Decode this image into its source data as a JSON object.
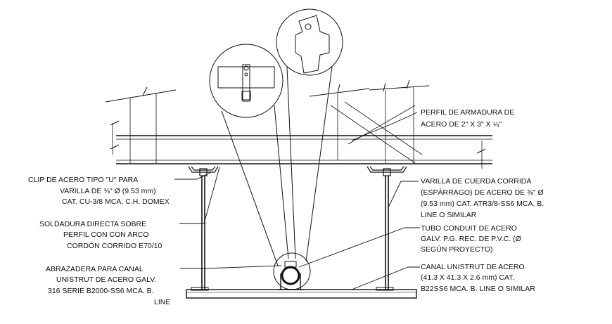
{
  "drawing": {
    "colors": {
      "line": "#111111",
      "background": "#ffffff"
    },
    "labels": {
      "perfil": [
        "PERFIL DE ARMADURA DE",
        "ACERO DE 2\" X 3\" X ¼\""
      ],
      "clip": [
        "CLIP DE ACERO TIPO \"U\" PARA",
        "VARILLA DE ⅜\" Ø (9.53 mm)",
        "CAT. CU-3/8 MCA. C.H. DOMEX"
      ],
      "varilla": [
        "VARILLA DE CUERDA CORRIDA",
        "(ESPÁRRAGO) DE ACERO DE ⅜\" Ø",
        "(9.53 mm) CAT. ATR3/8-SS6 MCA. B.",
        "LINE O SIMILAR"
      ],
      "soldadura": [
        "SOLDADURA DIRECTA SOBRE",
        "PERFIL CON CON ARCO",
        "CORDÓN CORRIDO E70/10"
      ],
      "tubo": [
        "TUBO CONDUIT DE ACERO",
        "GALV. P.G. REC. DE P.V.C. (Ø",
        "SEGÚN PROYECTO)"
      ],
      "abrazadera": [
        "ABRAZADERA PARA CANAL",
        "UNISTRUT DE ACERO GALV.",
        "316 SERIE B2000-SS6 MCA. B.",
        "LINE"
      ],
      "canal": [
        "CANAL UNISTRUT DE ACERO",
        "(41.3 X 41.3 X 2.6 mm) CAT.",
        "B22SS6 MCA. B. LINE O SIMILAR"
      ]
    }
  }
}
